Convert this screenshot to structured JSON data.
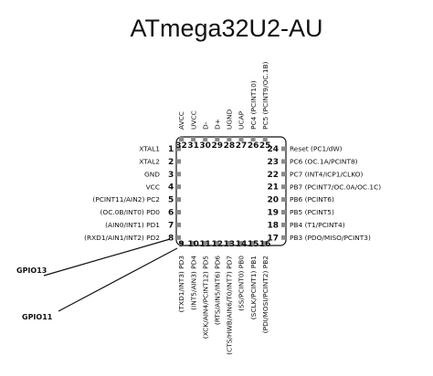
{
  "title": "ATmega32U2-AU",
  "pins": {
    "left": [
      {
        "num": "1",
        "label": "XTAL1"
      },
      {
        "num": "2",
        "label": "XTAL2"
      },
      {
        "num": "3",
        "label": "GND"
      },
      {
        "num": "4",
        "label": "VCC"
      },
      {
        "num": "5",
        "label": "(PCINT11/AIN2) PC2"
      },
      {
        "num": "6",
        "label": "(OC.0B/INT0) PD0"
      },
      {
        "num": "7",
        "label": "(AIN0/INT1) PD1"
      },
      {
        "num": "8",
        "label": "(RXD1/AIN1/INT2) PD2"
      }
    ],
    "right": [
      {
        "num": "24",
        "label": "Reset (PC1/dW)"
      },
      {
        "num": "23",
        "label": "PC6 (OC.1A/PCINT8)"
      },
      {
        "num": "22",
        "label": "PC7 (INT4/ICP1/CLKO)"
      },
      {
        "num": "21",
        "label": "PB7 (PCINT7/OC.0A/OC.1C)"
      },
      {
        "num": "20",
        "label": "PB6 (PCINT6)"
      },
      {
        "num": "19",
        "label": "PB5 (PCINT5)"
      },
      {
        "num": "18",
        "label": "PB4 (T1/PCINT4)"
      },
      {
        "num": "17",
        "label": "PB3 (PDO/MISO/PCINT3)"
      }
    ],
    "top": [
      {
        "num": "32",
        "label": "AVCC"
      },
      {
        "num": "31",
        "label": "UVCC"
      },
      {
        "num": "30",
        "label": "D-"
      },
      {
        "num": "29",
        "label": "D+"
      },
      {
        "num": "28",
        "label": "UGND"
      },
      {
        "num": "27",
        "label": "UCAP"
      },
      {
        "num": "26",
        "label": "PC4 (PCINT10)"
      },
      {
        "num": "25",
        "label": "PC5 (PCINT9/OC.1B)"
      }
    ],
    "bottom": [
      {
        "num": "9",
        "label": "(TXD1/INT3) PD3"
      },
      {
        "num": "10",
        "label": "(INT5/AIN3) PD4"
      },
      {
        "num": "11",
        "label": "(XCK/AIN4/PCINT12) PD5"
      },
      {
        "num": "12",
        "label": "(RTS/AIN5/INT6) PD6"
      },
      {
        "num": "13",
        "label": "(CTS/HWB/AIN6/T0/INT7) PD7"
      },
      {
        "num": "14",
        "label": "(SS/PCINT0) PB0"
      },
      {
        "num": "15",
        "label": "(SCLK/PCINT1) PB1"
      },
      {
        "num": "16",
        "label": "(PDI/MOSI/PCINT2) PB2"
      }
    ]
  },
  "annotations": [
    {
      "label": "GPIO13",
      "pin": "8"
    },
    {
      "label": "GPIO11",
      "pin": "9"
    }
  ]
}
